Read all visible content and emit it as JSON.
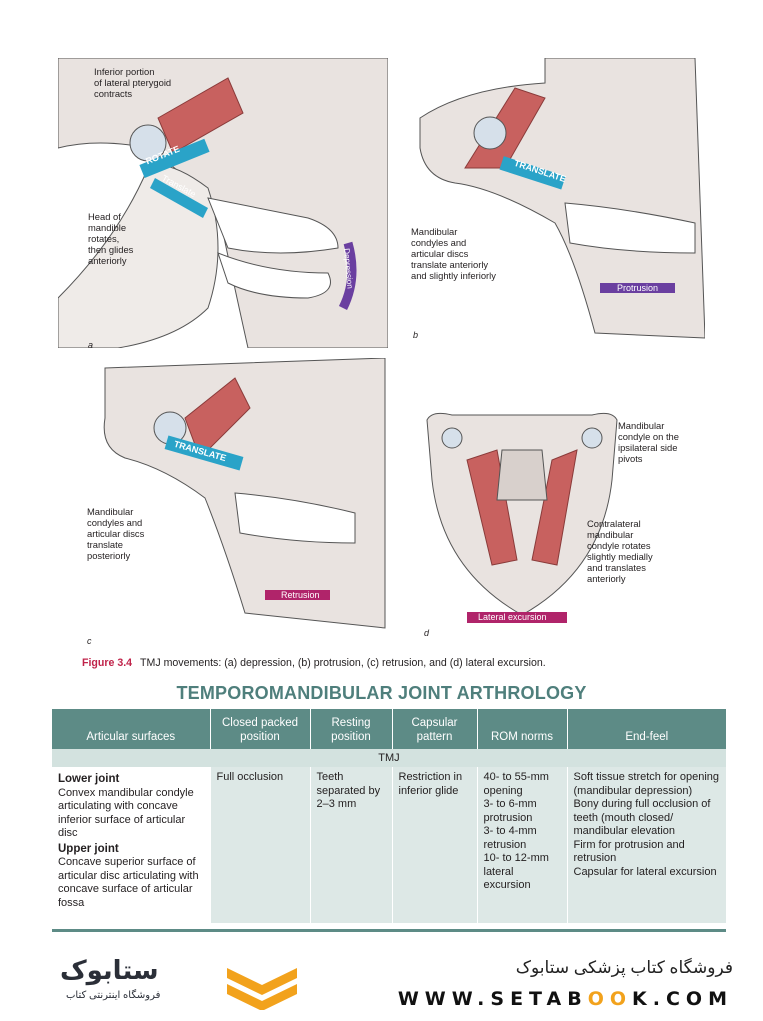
{
  "figure": {
    "panel_a": {
      "letter": "a",
      "label_muscle": [
        "Inferior portion",
        "of lateral pterygoid",
        "contracts"
      ],
      "label_head": [
        "Head of",
        "mandible",
        "rotates,",
        "then glides",
        "anteriorly"
      ],
      "arrow_rotate": "ROTATE",
      "arrow_translate": "Translate",
      "arrow_depression": "Depression"
    },
    "panel_b": {
      "letter": "b",
      "label": [
        "Mandibular",
        "condyles and",
        "articular discs",
        "translate anteriorly",
        "and slightly inferiorly"
      ],
      "arrow_translate": "TRANSLATE",
      "arrow_protrusion": "Protrusion"
    },
    "panel_c": {
      "letter": "c",
      "label": [
        "Mandibular",
        "condyles and",
        "articular discs",
        "translate",
        "posteriorly"
      ],
      "arrow_translate": "TRANSLATE",
      "arrow_retrusion": "Retrusion"
    },
    "panel_d": {
      "letter": "d",
      "label_pivot": [
        "Mandibular",
        "condyle on the",
        "ipsilateral side",
        "pivots"
      ],
      "label_contra": [
        "Contralateral",
        "mandibular",
        "condyle rotates",
        "slightly medially",
        "and translates",
        "anteriorly"
      ],
      "arrow_lateral": "Lateral excursion"
    },
    "caption_number": "Figure 3.4",
    "caption_text": "TMJ movements: (a) depression, (b) protrusion, (c) retrusion, and (d) lateral excursion."
  },
  "table": {
    "title": "TEMPOROMANDIBULAR JOINT ARTHROLOGY",
    "headers": [
      "Articular surfaces",
      "Closed packed position",
      "Resting position",
      "Capsular pattern",
      "ROM norms",
      "End-feel"
    ],
    "section": "TMJ",
    "articular": {
      "lower_title": "Lower joint",
      "lower_text": "Convex mandibular condyle articulating with concave inferior surface of articular disc",
      "upper_title": "Upper joint",
      "upper_text": "Concave superior surface of articular disc articulating with concave surface of articular fossa"
    },
    "closed_packed": "Full occlusion",
    "resting": "Teeth separated by 2–3 mm",
    "capsular": "Restriction in inferior glide",
    "rom": [
      "40- to 55-mm opening",
      "3- to 6-mm protrusion",
      "3- to 4-mm retrusion",
      "10- to 12-mm lateral excursion"
    ],
    "end_feel": [
      "Soft tissue stretch for opening (mandibular depression)",
      "Bony during full occlusion of teeth (mouth closed/ mandibular elevation",
      "Firm for protrusion and retrusion",
      "Capsular for lateral excursion"
    ]
  },
  "footer": {
    "logo_text": "ستابوک",
    "logo_sub": "فروشگاه اینترنتی کتاب",
    "store_name": "فروشگاه کتاب پزشکی ستابوک",
    "site_pre": "WWW.SETAB",
    "site_oo": "OO",
    "site_post": "K.COM"
  },
  "colors": {
    "muscle": "#c8615f",
    "bone": "#e9e3e0",
    "arrow_blue": "#2aa3c8",
    "arrow_purple": "#6a3fa0",
    "arrow_magenta": "#b0246a",
    "header_teal": "#5d8b86",
    "title_teal": "#4f7f7c",
    "caption_red": "#c0234a"
  }
}
